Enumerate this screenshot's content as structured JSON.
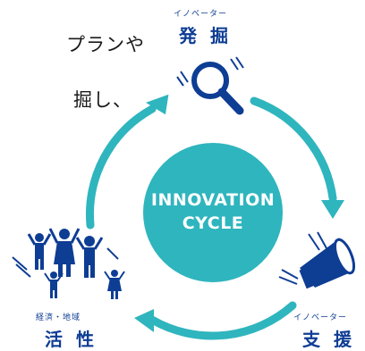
{
  "intro_text": {
    "line1": "プランや",
    "line2": "掘し、"
  },
  "cycle": {
    "title_line1": "INNOVATION",
    "title_line2": "CYCLE"
  },
  "nodes": {
    "discover": {
      "sub": "イノベーター",
      "main": "発 掘",
      "icon": "magnifier-icon"
    },
    "support": {
      "sub": "イノベーター",
      "main": "支 援",
      "icon": "megaphone-icon"
    },
    "activate": {
      "sub": "経済・地域",
      "main": "活 性",
      "icon": "people-icon"
    }
  },
  "colors": {
    "teal": "#2fb5be",
    "navy": "#0e3d94"
  }
}
